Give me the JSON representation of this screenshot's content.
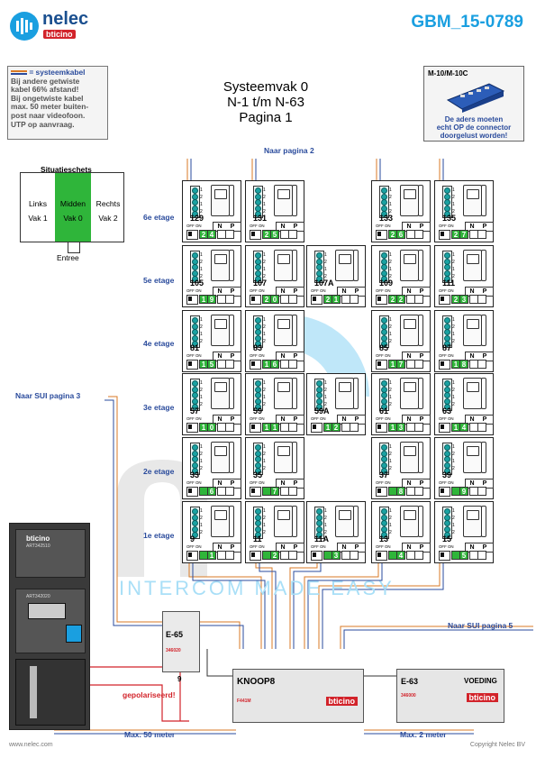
{
  "header": {
    "logo_word": "nelec",
    "logo_sub": "bticino",
    "doc_code": "GBM_15-0789"
  },
  "note": {
    "lines": [
      "= systeemkabel",
      "Bij andere getwiste",
      "kabel 66% afstand!",
      "Bij ongetwiste kabel",
      "max. 50 meter buiten-",
      "post naar videofoon.",
      "UTP op aanvraag."
    ]
  },
  "title": {
    "line1": "Systeemvak 0",
    "line2": "N-1 t/m N-63",
    "line3": "Pagina 1"
  },
  "connector": {
    "model": "M-10/M-10C",
    "note1": "De aders moeten",
    "note2": "echt OP de connector",
    "note3": "doorgelust worden!"
  },
  "naar_pagina2": "Naar pagina 2",
  "situatie": {
    "title": "Situatieschets",
    "cols": [
      {
        "l1": "Links",
        "l2": "Vak 1"
      },
      {
        "l1": "Midden",
        "l2": "Vak 0"
      },
      {
        "l1": "Rechts",
        "l2": "Vak 2"
      }
    ],
    "entree": "Entree",
    "highlight": "#2fb53a"
  },
  "floors": [
    "6e etage",
    "5e etage",
    "4e etage",
    "3e etage",
    "2e etage",
    "1e etage"
  ],
  "grid": {
    "off_on": "OFF ON",
    "n_label": "N",
    "p_label": "P",
    "rows": [
      [
        {
          "num": "129",
          "d": [
            "2",
            "4"
          ]
        },
        {
          "num": "131",
          "d": [
            "2",
            "5"
          ]
        },
        null,
        {
          "num": "133",
          "d": [
            "2",
            "6"
          ]
        },
        {
          "num": "135",
          "d": [
            "2",
            "7"
          ]
        }
      ],
      [
        {
          "num": "105",
          "d": [
            "1",
            "9"
          ]
        },
        {
          "num": "107",
          "d": [
            "2",
            "0"
          ]
        },
        {
          "num": "107A",
          "d": [
            "2",
            "1"
          ]
        },
        {
          "num": "109",
          "d": [
            "2",
            "2"
          ]
        },
        {
          "num": "111",
          "d": [
            "2",
            "3"
          ]
        }
      ],
      [
        {
          "num": "81",
          "d": [
            "1",
            "5"
          ]
        },
        {
          "num": "83",
          "d": [
            "1",
            "6"
          ]
        },
        null,
        {
          "num": "85",
          "d": [
            "1",
            "7"
          ]
        },
        {
          "num": "87",
          "d": [
            "1",
            "8"
          ]
        }
      ],
      [
        {
          "num": "57",
          "d": [
            "1",
            "0"
          ]
        },
        {
          "num": "59",
          "d": [
            "1",
            "1"
          ]
        },
        {
          "num": "59A",
          "d": [
            "1",
            "2"
          ]
        },
        {
          "num": "61",
          "d": [
            "1",
            "3"
          ]
        },
        {
          "num": "63",
          "d": [
            "1",
            "4"
          ]
        }
      ],
      [
        {
          "num": "33",
          "d": [
            "",
            "6"
          ]
        },
        {
          "num": "35",
          "d": [
            "",
            "7"
          ]
        },
        null,
        {
          "num": "37",
          "d": [
            "",
            "8"
          ]
        },
        {
          "num": "39",
          "d": [
            "",
            "9"
          ]
        }
      ],
      [
        {
          "num": "9",
          "d": [
            "",
            "1"
          ]
        },
        {
          "num": "11",
          "d": [
            "",
            "2"
          ]
        },
        {
          "num": "11A",
          "d": [
            "",
            "3"
          ]
        },
        {
          "num": "13",
          "d": [
            "",
            "4"
          ]
        },
        {
          "num": "15",
          "d": [
            "",
            "5"
          ]
        }
      ]
    ]
  },
  "watermark": "INTERCOM MADE EASY",
  "naar_sui3": "Naar SUI pagina 3",
  "naar_sui5": "Naar SUI pagina 5",
  "devices": {
    "outdoor_label": "bticino",
    "outdoor_art1": "ART342510",
    "outdoor_art2": "ART342020",
    "e65": "E-65",
    "e65_code": "346020",
    "e65_num": "9",
    "knoop": "KNOOP8",
    "knoop_code": "F441M",
    "knoop_brand": "bticino",
    "e63": "E-63",
    "voeding": "VOEDING",
    "e63_code": "346000",
    "e63_brand": "bticino"
  },
  "gepolariseerd": "gepolariseerd!",
  "max50": "Max. 50 meter",
  "max2": "Max. 2 meter",
  "footer": {
    "left": "www.nelec.com",
    "right": "Copyright Nelec BV"
  }
}
